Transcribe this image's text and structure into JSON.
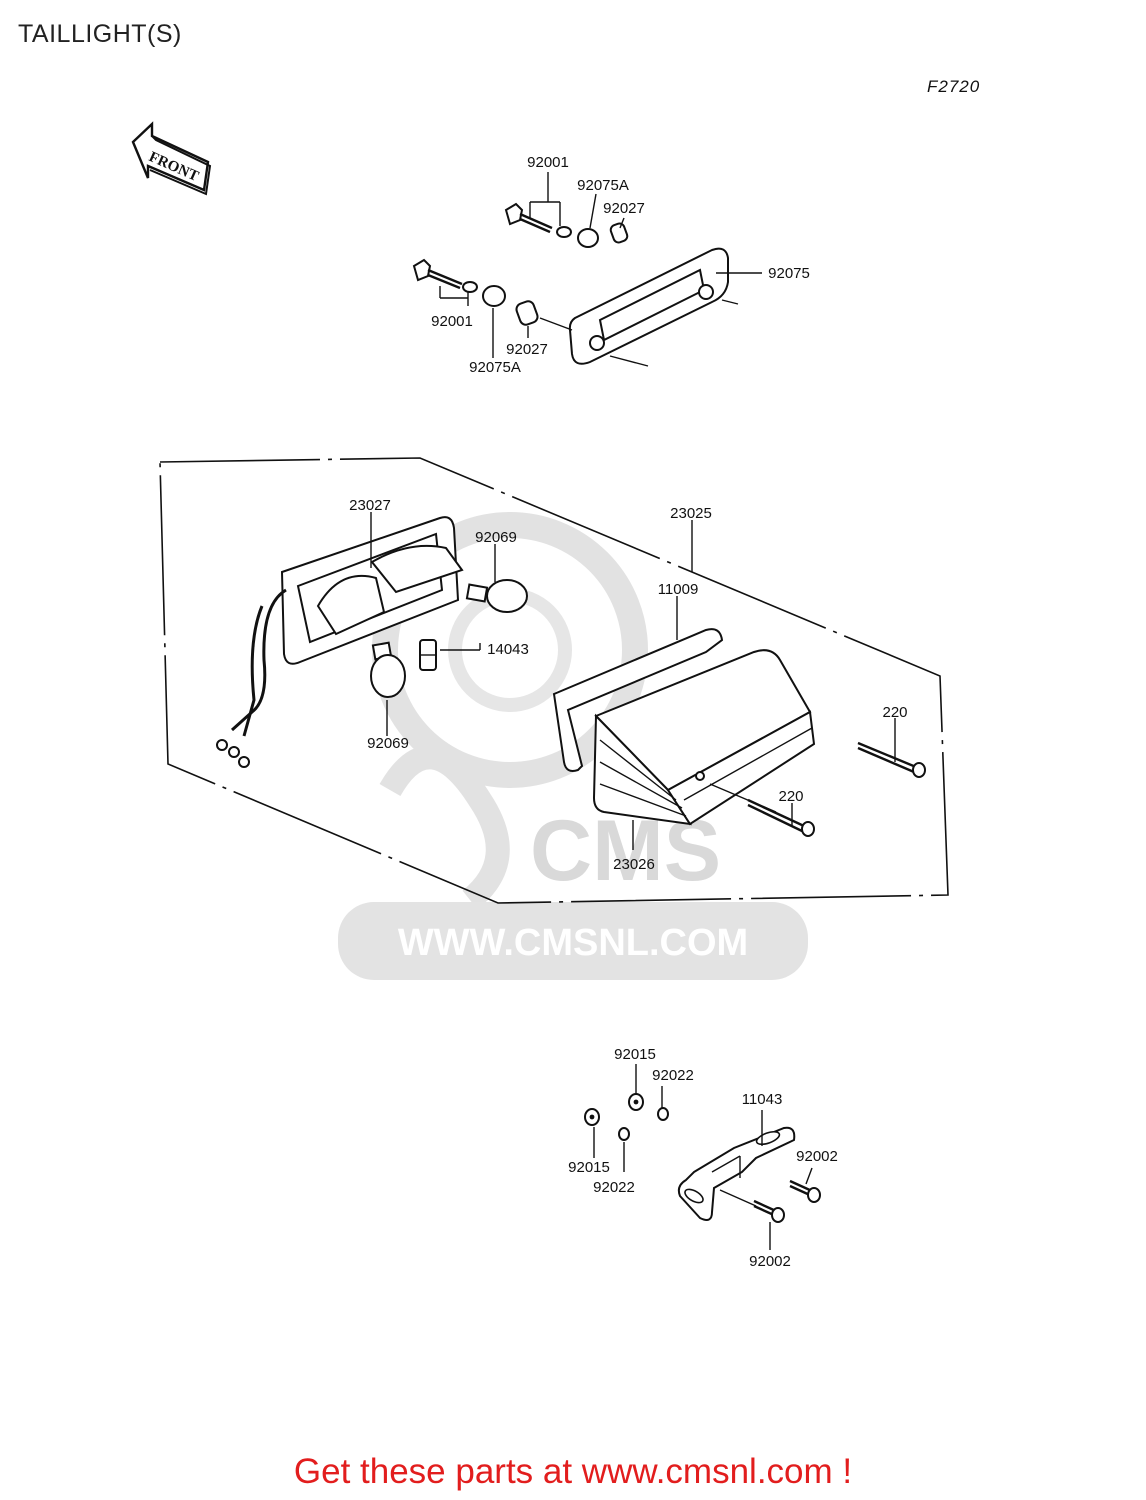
{
  "page": {
    "title": "TAILLIGHT(S)",
    "diagram_code": "F2720",
    "front_label": "FRONT"
  },
  "parts": {
    "p92001_a": "92001",
    "p92075a_a": "92075A",
    "p92027_a": "92027",
    "p92075": "92075",
    "p92001_b": "92001",
    "p92027_b": "92027",
    "p92075a_b": "92075A",
    "p23027": "23027",
    "p92069_a": "92069",
    "p23025": "23025",
    "p11009": "11009",
    "p14043": "14043",
    "p220_a": "220",
    "p92069_b": "92069",
    "p220_b": "220",
    "p23026": "23026",
    "p92015_a": "92015",
    "p92022_a": "92022",
    "p11043": "11043",
    "p92002_a": "92002",
    "p92015_b": "92015",
    "p92022_b": "92022",
    "p92002_b": "92002"
  },
  "watermark": {
    "logo": "CMS",
    "url": "WWW.CMSNL.COM"
  },
  "banner": {
    "text": "Get these parts at www.cmsnl.com !"
  },
  "colors": {
    "banner": "#e21d1d",
    "ink": "#111111",
    "watermark": "#d9d9d9"
  }
}
